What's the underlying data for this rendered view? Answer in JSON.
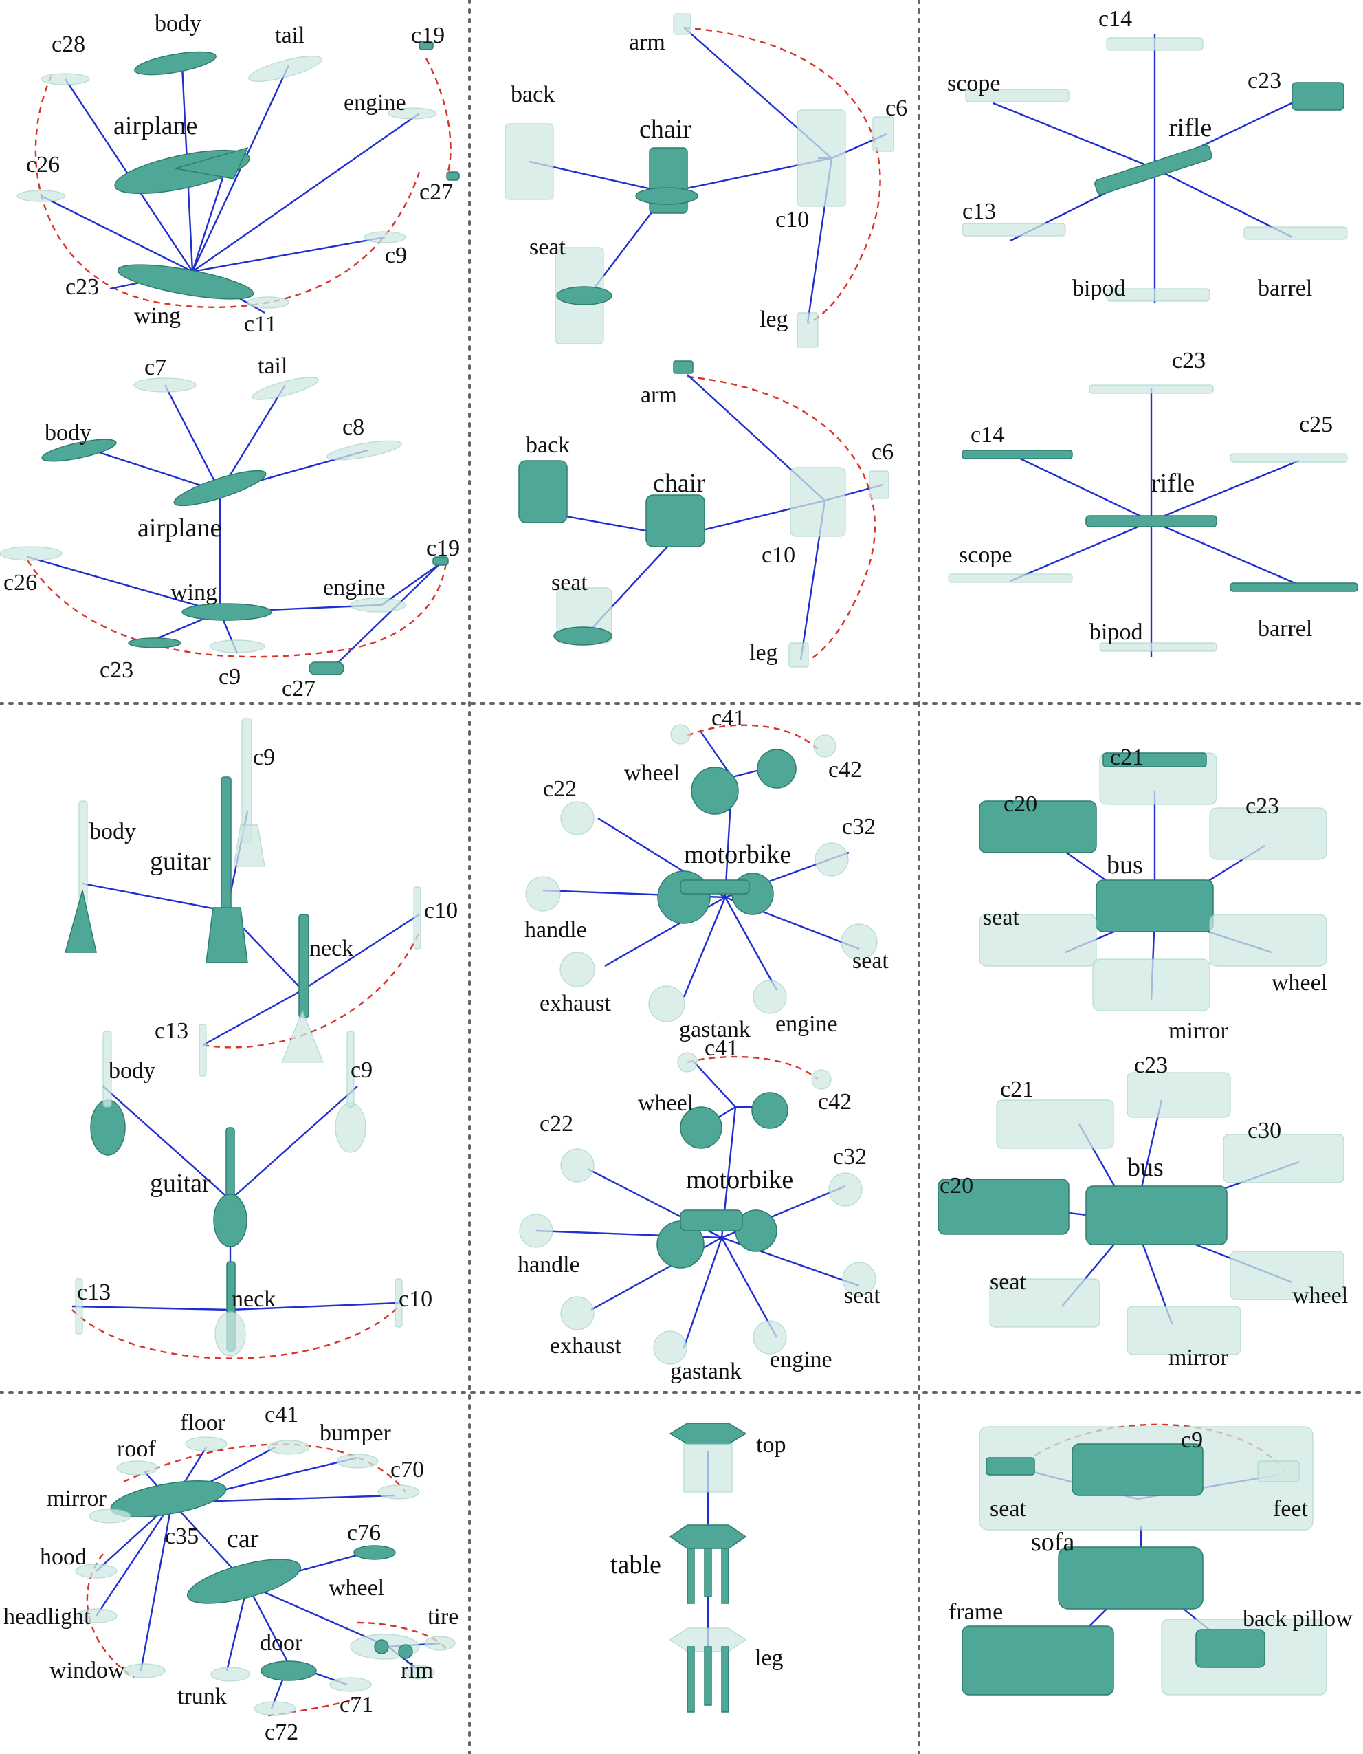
{
  "colors": {
    "model_fill": "#4fa897",
    "model_ghost": "#cfe9e2",
    "hierarchy_edge": "#1f2fd0",
    "cluster_arc": "#d8322a",
    "separator": "#666666"
  },
  "panels": {
    "airplane_top": {
      "root": "airplane",
      "labels": [
        "body",
        "tail",
        "c28",
        "c19",
        "engine",
        "c26",
        "c27",
        "c9",
        "c23",
        "wing",
        "c11"
      ]
    },
    "airplane_bottom": {
      "root": "airplane",
      "labels": [
        "c7",
        "tail",
        "body",
        "c8",
        "c26",
        "wing",
        "engine",
        "c19",
        "c23",
        "c9",
        "c27"
      ]
    },
    "chair_top": {
      "root": "chair",
      "labels": [
        "arm",
        "back",
        "c6",
        "seat",
        "c10",
        "leg"
      ]
    },
    "chair_bottom": {
      "root": "chair",
      "labels": [
        "arm",
        "back",
        "c6",
        "c10",
        "seat",
        "leg"
      ]
    },
    "rifle_top": {
      "root": "rifle",
      "labels": [
        "c14",
        "scope",
        "c23",
        "c13",
        "bipod",
        "barrel"
      ]
    },
    "rifle_bottom": {
      "root": "rifle",
      "labels": [
        "c23",
        "c14",
        "c25",
        "scope",
        "bipod",
        "barrel"
      ]
    },
    "guitar_top": {
      "root": "guitar",
      "labels": [
        "c9",
        "body",
        "neck",
        "c10",
        "c13"
      ]
    },
    "guitar_bottom": {
      "root": "guitar",
      "labels": [
        "body",
        "c9",
        "neck",
        "c13",
        "c10"
      ]
    },
    "motorbike_top": {
      "root": "motorbike",
      "labels": [
        "c41",
        "wheel",
        "c42",
        "c22",
        "c32",
        "handle",
        "seat",
        "exhaust",
        "gastank",
        "engine"
      ]
    },
    "motorbike_bottom": {
      "root": "motorbike",
      "labels": [
        "c41",
        "wheel",
        "c42",
        "c22",
        "c32",
        "handle",
        "seat",
        "exhaust",
        "gastank",
        "engine"
      ]
    },
    "bus_top": {
      "root": "bus",
      "labels": [
        "c21",
        "c20",
        "c23",
        "seat",
        "wheel",
        "mirror"
      ]
    },
    "bus_bottom": {
      "root": "bus",
      "labels": [
        "c21",
        "c23",
        "c30",
        "c20",
        "seat",
        "wheel",
        "mirror"
      ]
    },
    "car": {
      "root": "car",
      "labels": [
        "floor",
        "c41",
        "bumper",
        "roof",
        "c70",
        "mirror",
        "c35",
        "c76",
        "hood",
        "wheel",
        "headlight",
        "tire",
        "door",
        "window",
        "rim",
        "trunk",
        "c71",
        "c72"
      ]
    },
    "table": {
      "root": "table",
      "labels": [
        "top",
        "leg"
      ]
    },
    "sofa": {
      "root": "sofa",
      "labels": [
        "c9",
        "seat",
        "feet",
        "frame",
        "back pillow"
      ]
    }
  }
}
